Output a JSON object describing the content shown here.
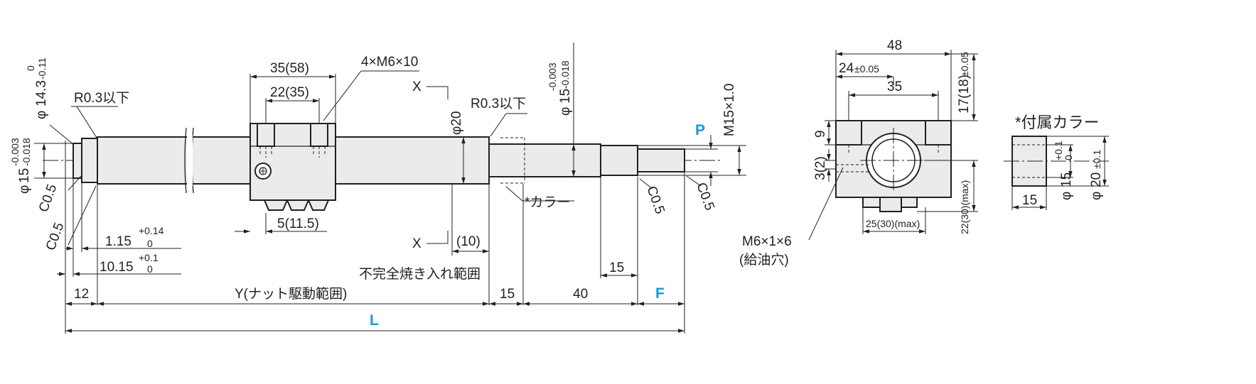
{
  "title": "*付属カラー",
  "main_view": {
    "left_dims": {
      "d14_prefix": "φ",
      "d14_value": "14.3",
      "d14_tol_upper": "0",
      "d14_tol_lower": "-0.11",
      "d15_prefix": "φ",
      "d15_value": "15",
      "d15_tol_upper": "-0.003",
      "d15_tol_lower": "-0.018",
      "c05_a": "C0.5",
      "c05_b": "C0.5",
      "r03": "R0.3以下",
      "d115_value": "1.15",
      "d115_tol_upper": "+0.14",
      "d115_tol_lower": "0",
      "d1015_value": "10.15",
      "d1015_tol_upper": "+0.1",
      "d1015_tol_lower": "0",
      "len12": "12"
    },
    "nut_dims": {
      "w35": "35(58)",
      "w22": "22(35)",
      "screw": "4×M6×10",
      "w5": "5(11.5)",
      "x_top": "X",
      "x_bottom": "X",
      "len10": "(10)"
    },
    "right_dims": {
      "d20": "φ20",
      "r03": "R0.3以下",
      "d15_prefix": "φ",
      "d15_value": "15",
      "d15_tol_upper": "-0.003",
      "d15_tol_lower": "-0.018",
      "m15": "M15×1.0",
      "p_label": "P",
      "c05_a": "C0.5",
      "c05_b": "C0.5",
      "collar_note": "*カラー",
      "hardened_note": "不完全焼き入れ範囲",
      "len15_a": "15",
      "len15_b": "15",
      "len40": "40",
      "y_label": "Y(ナット駆動範囲)",
      "f_label": "F",
      "l_label": "L"
    }
  },
  "section_view": {
    "w48": "48",
    "w24_value": "24",
    "w24_tol": "±0.05",
    "w35": "35",
    "h17": "17(18)",
    "h17_tol": "±0.05",
    "h9": "9",
    "h3": "3(2)",
    "h22": "22(30)(max)",
    "w25": "25(30)(max)",
    "oil_hole_1": "M6×1×6",
    "oil_hole_2": "(給油穴)"
  },
  "collar_view": {
    "len15": "15",
    "d15_prefix": "φ",
    "d15_value": "15",
    "d15_tol_upper": "+0.1",
    "d15_tol_lower": "0",
    "d20_prefix": "φ",
    "d20_value": "20",
    "d20_tol": "±0.1"
  }
}
